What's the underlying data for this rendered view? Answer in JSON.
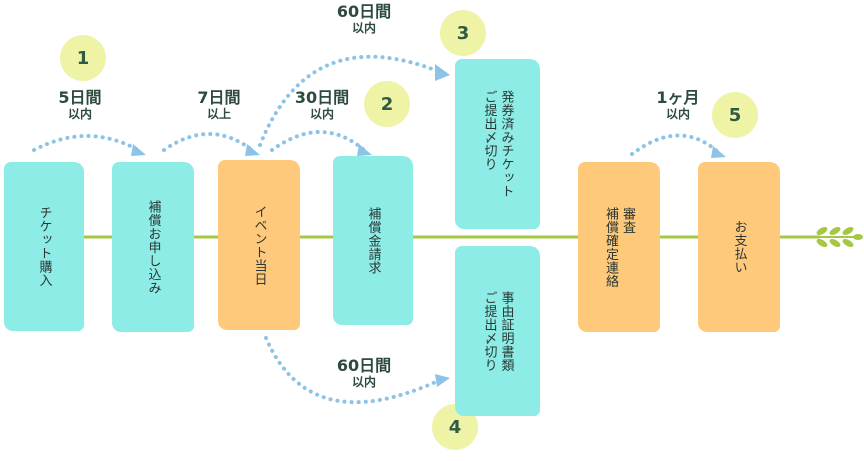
{
  "colors": {
    "card_cyan": "#8eece7",
    "card_orange": "#ffc97c",
    "badge": "#eef3a6",
    "timeline": "#a4c744",
    "dotted_arrow": "#8cc3e6",
    "text": "#2d4a40"
  },
  "cards": [
    {
      "id": "ticket",
      "label": "チケット購入",
      "color": "cyan"
    },
    {
      "id": "apply",
      "label": "補償お申し込み",
      "color": "cyan"
    },
    {
      "id": "event",
      "label": "イベント当日",
      "color": "orange"
    },
    {
      "id": "claim",
      "label": "補償金請求",
      "color": "cyan"
    },
    {
      "id": "submit-ticket",
      "label": "発券済みチケット\nご提出〆切り",
      "color": "cyan"
    },
    {
      "id": "submit-cert",
      "label": "事由証明書類\nご提出〆切り",
      "color": "cyan"
    },
    {
      "id": "review",
      "label": "審査\n補償確定連絡",
      "color": "orange"
    },
    {
      "id": "payment",
      "label": "お支払い",
      "color": "orange"
    }
  ],
  "badges": [
    "1",
    "2",
    "3",
    "4",
    "5"
  ],
  "intervals": [
    {
      "id": "i1",
      "value": "5日間",
      "qualifier": "以内"
    },
    {
      "id": "i2",
      "value": "7日間",
      "qualifier": "以上"
    },
    {
      "id": "i3",
      "value": "30日間",
      "qualifier": "以内"
    },
    {
      "id": "i4",
      "value": "60日間",
      "qualifier": "以内"
    },
    {
      "id": "i5",
      "value": "60日間",
      "qualifier": "以内"
    },
    {
      "id": "i6",
      "value": "1ヶ月",
      "qualifier": "以内"
    }
  ],
  "timeline_end_icon": "leaf-sprig-icon"
}
